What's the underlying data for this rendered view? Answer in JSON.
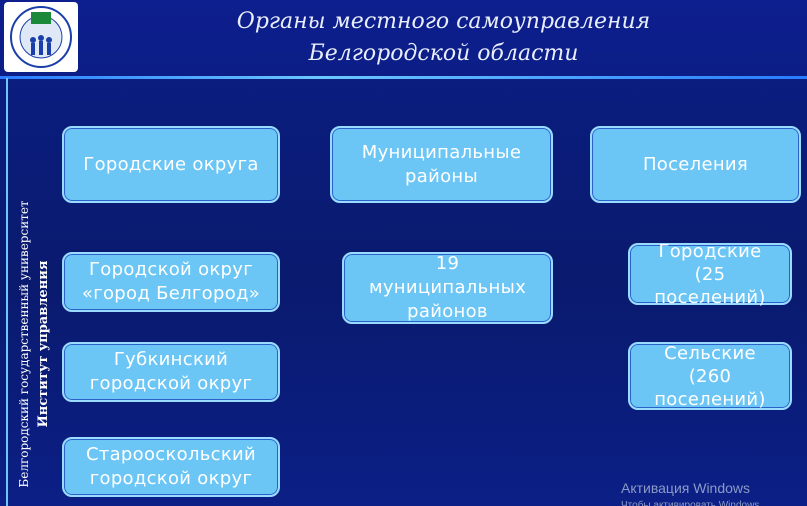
{
  "header": {
    "title_line1": "Органы местного самоуправления",
    "title_line2": "Белгородской области"
  },
  "sidebar": {
    "line1": "Белгородский государственный университет",
    "line2": "Институт управления"
  },
  "columns": {
    "col1_header": "Городские округа",
    "col2_header": "Муниципальные\nрайоны",
    "col3_header": "Поселения"
  },
  "items": {
    "belgorod": "Городской округ\n«город Белгород»",
    "gubkin": "Губкинский\nгородской округ",
    "stary_oskol": "Старооскольский\nгородской округ",
    "districts": "19\nмуниципальных\nрайонов",
    "urban": "Городские\n(25\nпоселений)",
    "rural": "Сельские\n(260\nпоселений)"
  },
  "watermark": {
    "line1": "Активация Windows",
    "line2": "Чтобы активировать Windows"
  },
  "colors": {
    "background": "#0b1f86",
    "box_fill": "#6cc6f5",
    "accent_line": "#6cc7ff"
  }
}
